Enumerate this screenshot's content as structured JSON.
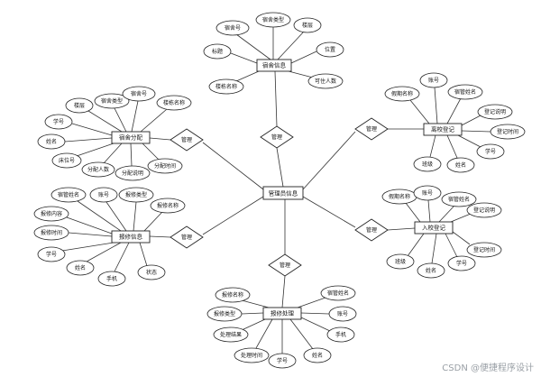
{
  "center": "管理员信息",
  "relations": {
    "top": "管理",
    "top_left": "管理",
    "left": "管理",
    "top_right": "管理",
    "right": "管理",
    "bottom": "管理"
  },
  "entities": {
    "dorm_info": {
      "name": "宿舍信息",
      "attrs": [
        "宿舍号",
        "宿舍类型",
        "楼层",
        "标题",
        "位置",
        "楼栋名称",
        "可住人数"
      ]
    },
    "dorm_alloc": {
      "name": "宿舍分配",
      "attrs": [
        "楼层",
        "宿舍类型",
        "宿舍号",
        "楼栋名称",
        "学号",
        "姓名",
        "床位号",
        "分配人数",
        "分配说明",
        "分配时间"
      ]
    },
    "repair_info": {
      "name": "报修信息",
      "attrs": [
        "宿管姓名",
        "账号",
        "报修类型",
        "报修名称",
        "报修内容",
        "报修时间",
        "学号",
        "姓名",
        "手机",
        "状态"
      ]
    },
    "repair_handle": {
      "name": "报修处理",
      "attrs": [
        "报修名称",
        "报修类型",
        "处理结果",
        "处理时间",
        "学号",
        "姓名",
        "手机",
        "账号",
        "宿管姓名"
      ]
    },
    "leave_reg": {
      "name": "离校登记",
      "attrs": [
        "假期名称",
        "账号",
        "宿管姓名",
        "登记说明",
        "登记时间",
        "学号",
        "姓名",
        "班级"
      ]
    },
    "enter_reg": {
      "name": "入校登记",
      "attrs": [
        "假期名称",
        "账号",
        "宿管姓名",
        "登记说明",
        "登记时间",
        "学号",
        "姓名",
        "班级"
      ]
    }
  },
  "watermark": "CSDN @便捷程序设计"
}
